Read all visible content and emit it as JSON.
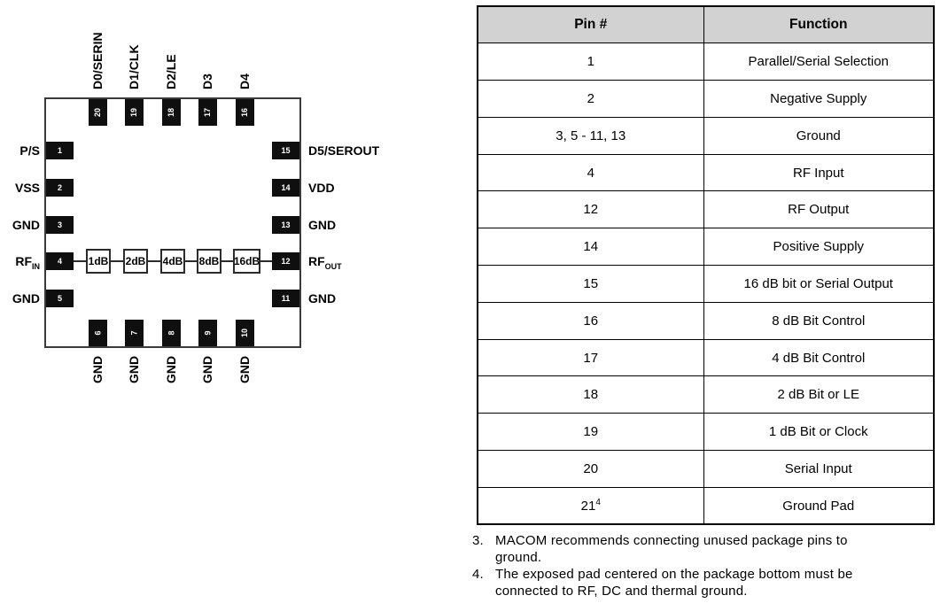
{
  "chip": {
    "top_pins": [
      {
        "num": "20",
        "label": "D0/SERIN"
      },
      {
        "num": "19",
        "label": "D1/CLK"
      },
      {
        "num": "18",
        "label": "D2/LE"
      },
      {
        "num": "17",
        "label": "D3"
      },
      {
        "num": "16",
        "label": "D4"
      }
    ],
    "bottom_pins": [
      {
        "num": "6",
        "label": "GND"
      },
      {
        "num": "7",
        "label": "GND"
      },
      {
        "num": "8",
        "label": "GND"
      },
      {
        "num": "9",
        "label": "GND"
      },
      {
        "num": "10",
        "label": "GND"
      }
    ],
    "left_pins": [
      {
        "num": "1",
        "label": "P/S"
      },
      {
        "num": "2",
        "label": "VSS"
      },
      {
        "num": "3",
        "label": "GND"
      },
      {
        "num": "4",
        "label": "RF",
        "label_sub": "IN"
      },
      {
        "num": "5",
        "label": "GND"
      }
    ],
    "right_pins": [
      {
        "num": "15",
        "label": "D5/SEROUT"
      },
      {
        "num": "14",
        "label": "VDD"
      },
      {
        "num": "13",
        "label": "GND"
      },
      {
        "num": "12",
        "label": "RF",
        "label_sub": "OUT"
      },
      {
        "num": "11",
        "label": "GND"
      }
    ],
    "attenuators": [
      "1dB",
      "2dB",
      "4dB",
      "8dB",
      "16dB"
    ]
  },
  "table": {
    "col_pin": "Pin #",
    "col_function": "Function",
    "rows": [
      {
        "pin": "1",
        "function": "Parallel/Serial Selection"
      },
      {
        "pin": "2",
        "function": "Negative Supply"
      },
      {
        "pin": "3, 5 - 11, 13",
        "function": "Ground"
      },
      {
        "pin": "4",
        "function": "RF Input"
      },
      {
        "pin": "12",
        "function": "RF Output"
      },
      {
        "pin": "14",
        "function": "Positive Supply"
      },
      {
        "pin": "15",
        "function": "16 dB bit or Serial Output"
      },
      {
        "pin": "16",
        "function": "8 dB Bit Control"
      },
      {
        "pin": "17",
        "function": "4 dB Bit Control"
      },
      {
        "pin": "18",
        "function": "2 dB Bit or LE"
      },
      {
        "pin": "19",
        "function": "1 dB Bit or Clock"
      },
      {
        "pin": "20",
        "function": "Serial Input"
      },
      {
        "pin": "21",
        "pin_sup": "4",
        "function": "Ground Pad"
      }
    ]
  },
  "notes": [
    {
      "num": "3.",
      "text": "MACOM recommends connecting unused package pins to ground."
    },
    {
      "num": "4.",
      "text": "The exposed pad centered on the package bottom must be connected to RF, DC and thermal ground."
    }
  ],
  "colors": {
    "table_header_bg": "#d2d2d2",
    "pin_fill": "#0f0f0f",
    "line": "#2b2b2b"
  }
}
